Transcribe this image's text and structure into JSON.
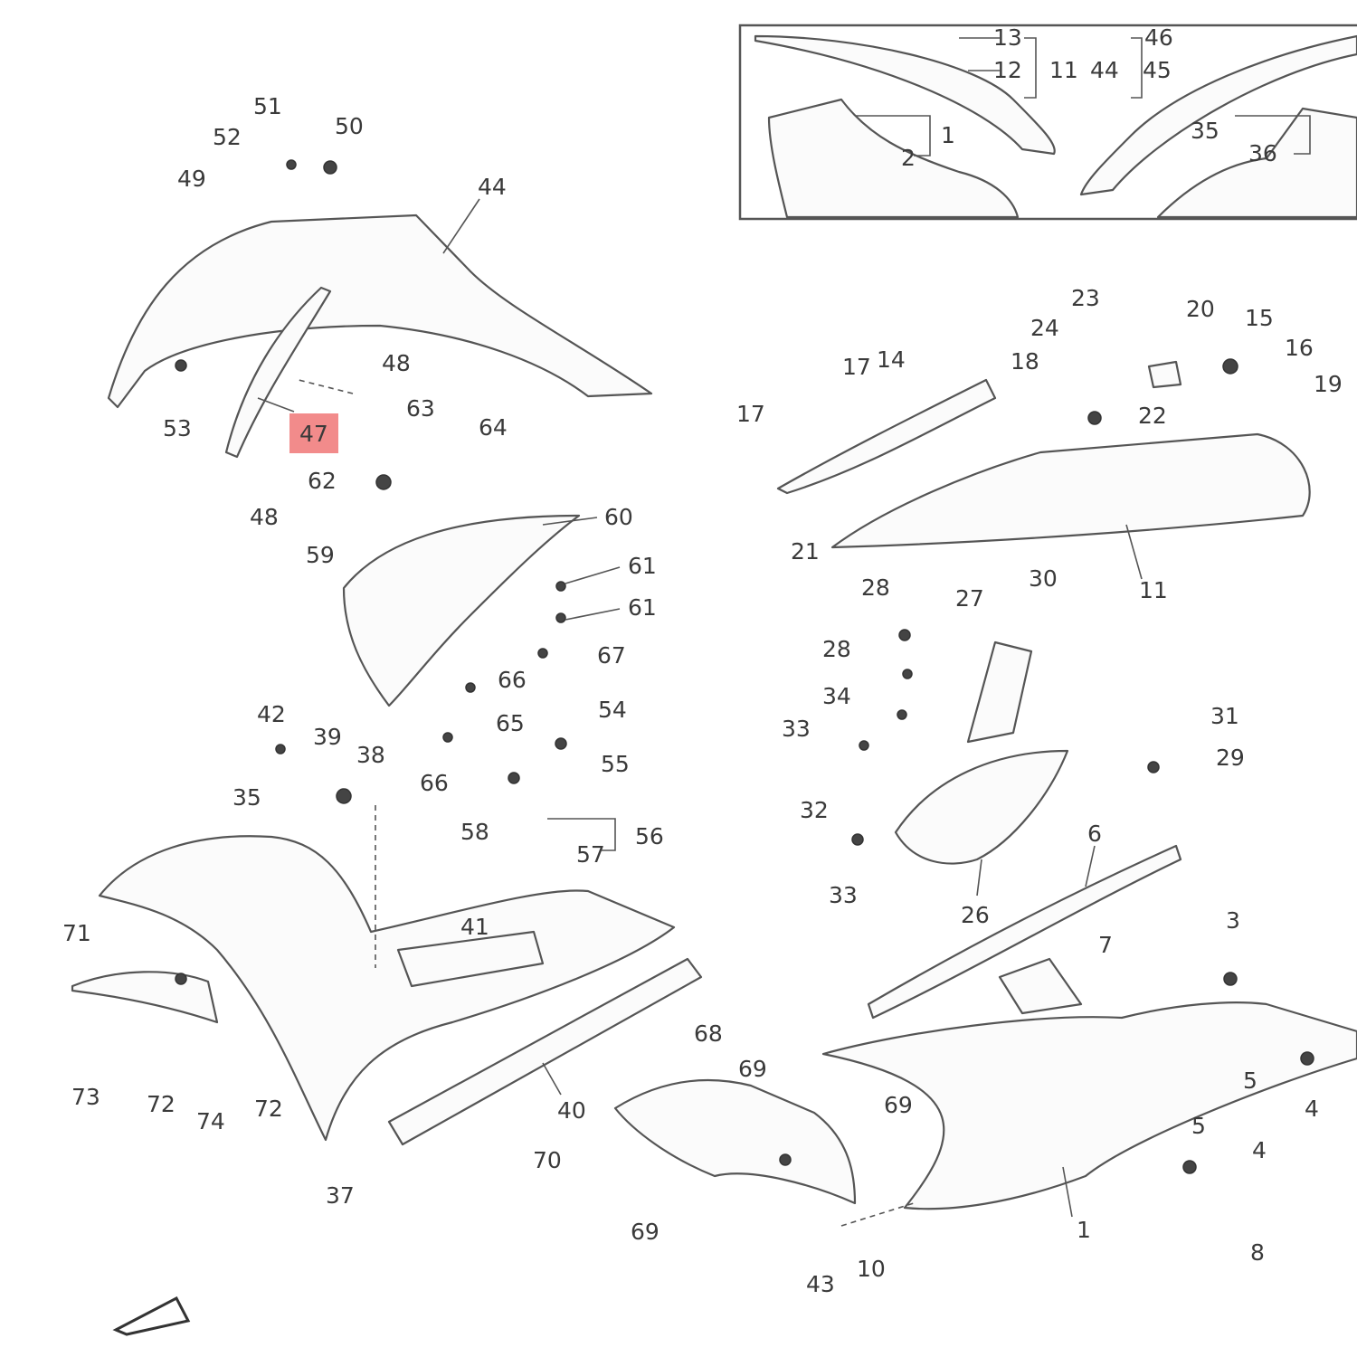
{
  "diagram": {
    "highlighted_part": "47",
    "highlight_color": "#f28b8b",
    "inset_labels": [
      "13",
      "12",
      "11",
      "1",
      "2",
      "46",
      "44",
      "45",
      "35",
      "36"
    ],
    "labels": [
      "51",
      "50",
      "52",
      "49",
      "44",
      "48",
      "47",
      "53",
      "48",
      "63",
      "64",
      "62",
      "60",
      "59",
      "61",
      "61",
      "67",
      "66",
      "65",
      "66",
      "42",
      "39",
      "38",
      "54",
      "55",
      "58",
      "56",
      "57",
      "35",
      "41",
      "71",
      "73",
      "72",
      "74",
      "72",
      "37",
      "40",
      "68",
      "69",
      "69",
      "70",
      "69",
      "43",
      "10",
      "1",
      "8",
      "4",
      "5",
      "5",
      "4",
      "3",
      "7",
      "6",
      "26",
      "33",
      "32",
      "33",
      "34",
      "28",
      "28",
      "27",
      "30",
      "31",
      "29",
      "17",
      "17",
      "14",
      "21",
      "11",
      "18",
      "24",
      "23",
      "20",
      "15",
      "16",
      "19",
      "22"
    ]
  }
}
